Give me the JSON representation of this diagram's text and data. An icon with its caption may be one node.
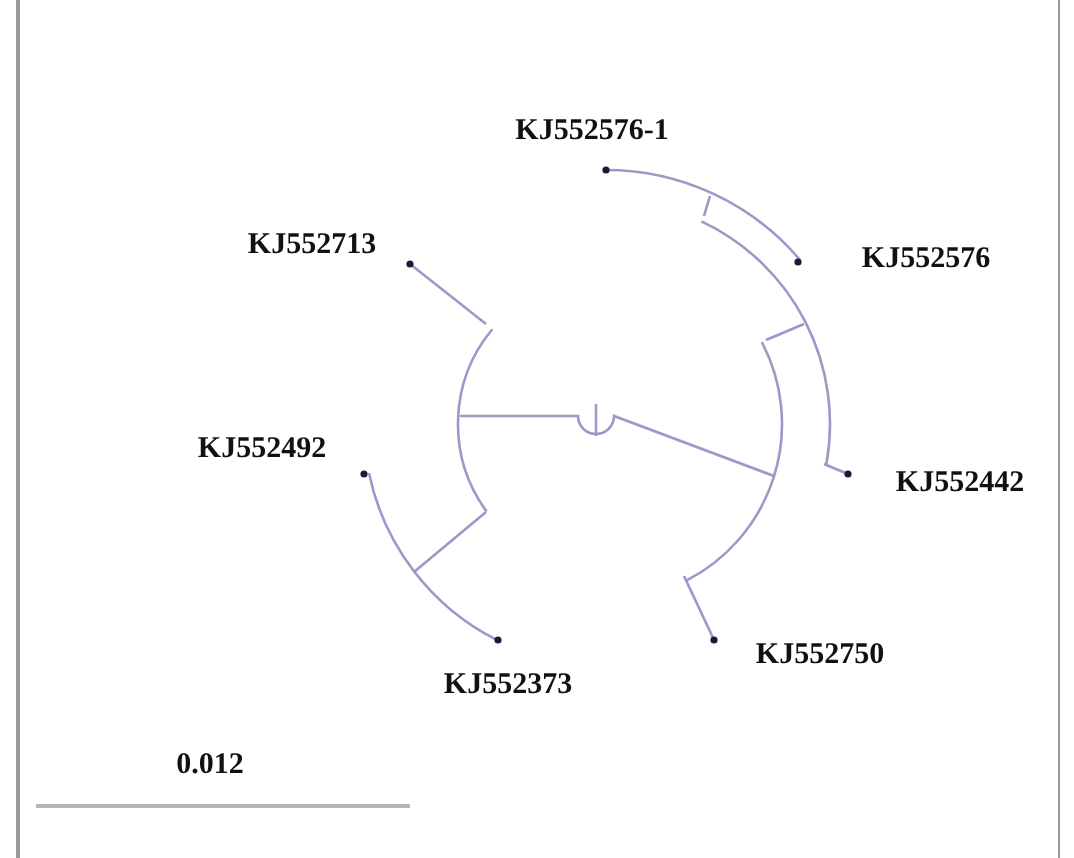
{
  "diagram": {
    "labels": [
      "KJ552576-1",
      "KJ552713",
      "KJ552576",
      "KJ552492",
      "KJ552442",
      "KJ552750",
      "KJ552373",
      "0.012"
    ]
  }
}
